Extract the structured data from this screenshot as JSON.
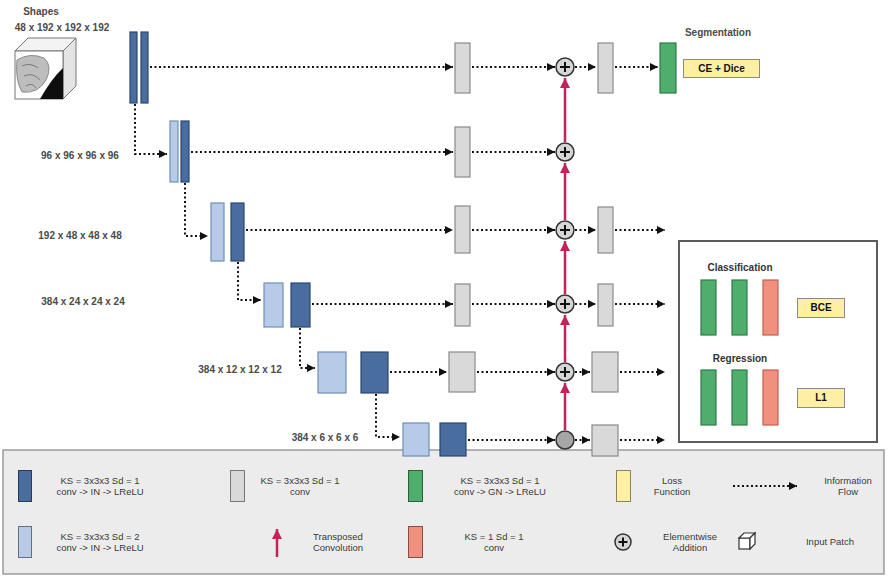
{
  "diagram": {
    "nodes": [
      {
        "text": [
          "CE + Dice"
        ]
      },
      {
        "text": [
          "Classification",
          "Regression"
        ]
      },
      {
        "text": [
          "BCE"
        ],
        "in": 1
      },
      {
        "text": [
          "L1"
        ],
        "in": 1
      }
    ],
    "labels": [
      "Shapes",
      "48 x 192 x 192 x 192",
      "96 x 96 x 96 x 96",
      "192 x 48 x 48 x 48",
      "384 x 24 x 24 x 24",
      "384 x 12 x 12 x 12",
      "384 x 6 x 6 x 6",
      "Segmentation"
    ],
    "legend": [
      {
        "text": "KS = 3x3x3 Sd = 1 conv -> IN -> LReLU",
        "color": "#4a6d9f"
      },
      {
        "text": "KS = 3x3x3 Sd = 1 conv",
        "color": "#d9d9d9"
      },
      {
        "text": "KS = 3x3x3 Sd = 1 conv -> GN -> LReLU",
        "color": "#4fae6b"
      },
      {
        "text": "Loss Function",
        "color": "#fdf0a4"
      },
      {
        "text": "Information Flow"
      },
      {
        "text": "KS = 3x3x3 Sd = 2 conv -> IN -> LReLU",
        "color": "#b7cbe8"
      },
      {
        "text": "Transposed Convolution"
      },
      {
        "text": "KS = 1 Sd = 1 conv",
        "color": "#f2907f"
      },
      {
        "text": "Elementwise Addition"
      },
      {
        "text": "Input Patch"
      }
    ]
  }
}
